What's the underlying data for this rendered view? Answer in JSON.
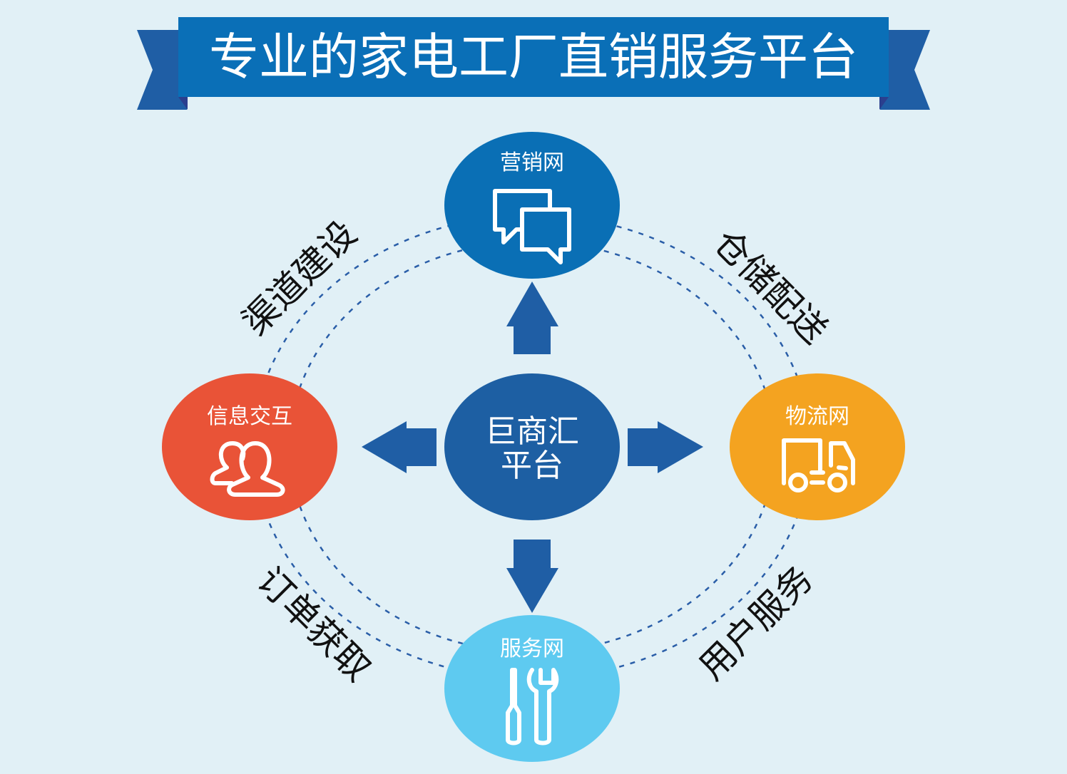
{
  "title": "专业的家电工厂直销服务平台",
  "center": {
    "line1": "巨商汇",
    "line2": "平台"
  },
  "nodes": {
    "top": {
      "label": "营销网",
      "icon": "chat-bubbles-icon"
    },
    "left": {
      "label": "信息交互",
      "icon": "users-icon"
    },
    "right": {
      "label": "物流网",
      "icon": "truck-icon"
    },
    "bottom": {
      "label": "服务网",
      "icon": "tools-icon"
    }
  },
  "arc_labels": {
    "top_left": "渠道建设",
    "top_right": "仓储配送",
    "bottom_left": "订单获取",
    "bottom_right": "用户服务"
  },
  "colors": {
    "background": "#e1f0f6",
    "banner": "#0a6fb7",
    "ribbon": "#1f5ea5",
    "top": "#0a6fb5",
    "center": "#1d5fa3",
    "left": "#e95337",
    "right": "#f4a320",
    "bottom": "#5ecaf0"
  }
}
